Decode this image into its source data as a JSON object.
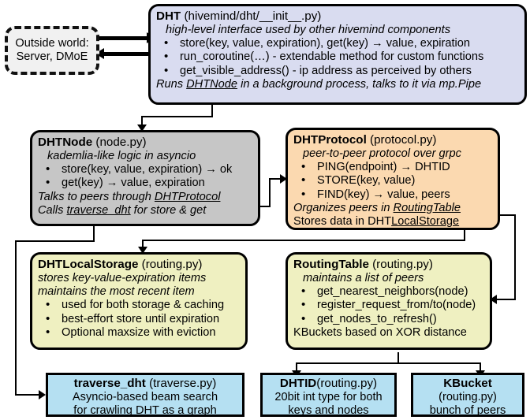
{
  "diagram": {
    "title": "hivemind DHT architecture diagram",
    "palette": {
      "dht": "#d9dcf0",
      "dhtnode": "#c6c6c6",
      "dhtprotocol": "#fbd9b0",
      "storage": "#eff0c1",
      "routing": "#eff0c1",
      "leaf": "#b5e0f2",
      "outside": "#f1f1f1",
      "stroke": "#000000"
    }
  },
  "nodes": {
    "outside_world": {
      "line1": "Outside world:",
      "line2": "Server, DMoE"
    },
    "dht": {
      "name": "DHT",
      "file": " (hivemind/dht/__init__.py)",
      "subtitle": "high-level interface used by other hivemind components",
      "bullets": [
        "store(key, value, expiration), get(key) → value, expiration",
        "run_coroutine(…) - extendable method for custom functions",
        "get_visible_address() - ip address as perceived by others"
      ],
      "footer_pre": "Runs ",
      "footer_link": "DHTNode",
      "footer_post": " in a background process, talks to it via mp.Pipe"
    },
    "dhtnode": {
      "name": "DHTNode",
      "file": " (node.py)",
      "subtitle": "kademlia-like logic in asyncio",
      "bullets": [
        "store(key, value, expiration) → ok",
        "get(key) → value, expiration"
      ],
      "footer1_pre": "Talks to peers through ",
      "footer1_link": "DHTProtocol",
      "footer2_pre": "Calls ",
      "footer2_link": "traverse_dht",
      "footer2_post": " for store & get"
    },
    "dhtprotocol": {
      "name": "DHTProtocol",
      "file": " (protocol.py)",
      "subtitle": "peer-to-peer protocol over grpc",
      "bullets": [
        "PING(endpoint) → DHTID",
        "STORE(key, value)",
        "FIND(key) → value, peers"
      ],
      "footer1_pre": "Organizes peers in ",
      "footer1_link": "RoutingTable",
      "footer2_pre": "Stores data in DHT",
      "footer2_link": "LocalStorage"
    },
    "dhtlocalstorage": {
      "name": "DHTLocalStorage",
      "file": " (routing.py)",
      "subtitle1": "stores key-value-expiration items",
      "subtitle2": "maintains the most recent item",
      "bullets": [
        "used for both storage & caching",
        "best-effort store until expiration",
        "Optional maxsize with eviction"
      ]
    },
    "routingtable": {
      "name": "RoutingTable",
      "file": " (routing.py)",
      "subtitle": "maintains a list of peers",
      "bullets": [
        "get_nearest_neighbors(node)",
        "register_request_from/to(node)",
        "get_nodes_to_refresh()"
      ],
      "footer": "KBuckets based on XOR distance"
    },
    "traverse_dht": {
      "name": "traverse_dht",
      "file": " (traverse.py)",
      "line2": "Asyncio-based beam search",
      "line3": "for crawling DHT as a graph"
    },
    "dhtid": {
      "name": "DHTID",
      "file": "(routing.py)",
      "line2": "20bit int type for both",
      "line3": "keys and nodes"
    },
    "kbucket": {
      "name": "KBucket",
      "file": "(routing.py)",
      "line3": "bunch of peers"
    }
  }
}
